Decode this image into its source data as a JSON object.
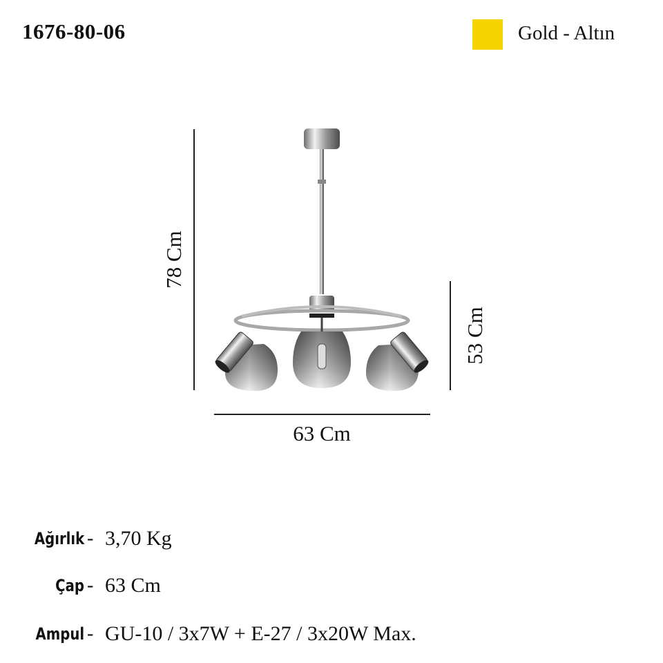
{
  "header": {
    "product_code": "1676-80-06",
    "color_name": "Gold - Altın",
    "color_swatch": "#f5d400"
  },
  "dimensions": {
    "height_total": "78 Cm",
    "height_body": "53 Cm",
    "width": "63 Cm"
  },
  "specs": [
    {
      "label": "Ağırlık",
      "separator": "-",
      "value": "3,70 Kg"
    },
    {
      "label": "Çap",
      "separator": "-",
      "value": "63 Cm"
    },
    {
      "label": "Ampul",
      "separator": "-",
      "value": "GU-10 / 3x7W + E-27 / 3x20W Max."
    }
  ]
}
